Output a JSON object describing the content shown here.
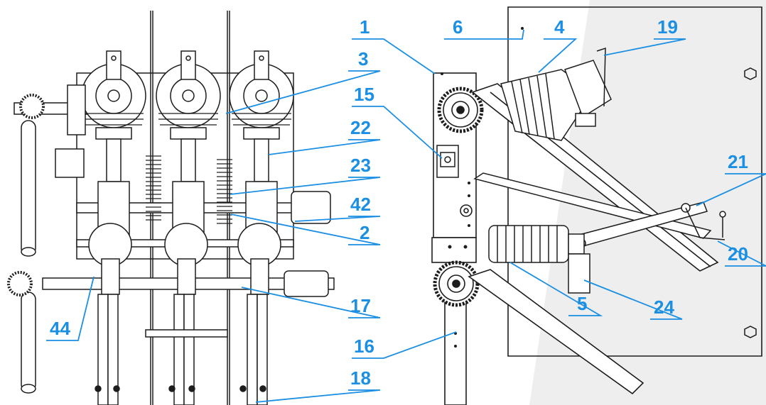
{
  "colors": {
    "callout": "#1a8fe3",
    "line": "#1d1d1d",
    "panel_shade": "#eeeeee"
  },
  "callouts": {
    "c1": "1",
    "c2": "2",
    "c3": "3",
    "c4": "4",
    "c5": "5",
    "c6": "6",
    "c15": "15",
    "c16": "16",
    "c17": "17",
    "c18": "18",
    "c19": "19",
    "c20": "20",
    "c21": "21",
    "c22": "22",
    "c23": "23",
    "c24": "24",
    "c42": "42",
    "c44": "44"
  }
}
